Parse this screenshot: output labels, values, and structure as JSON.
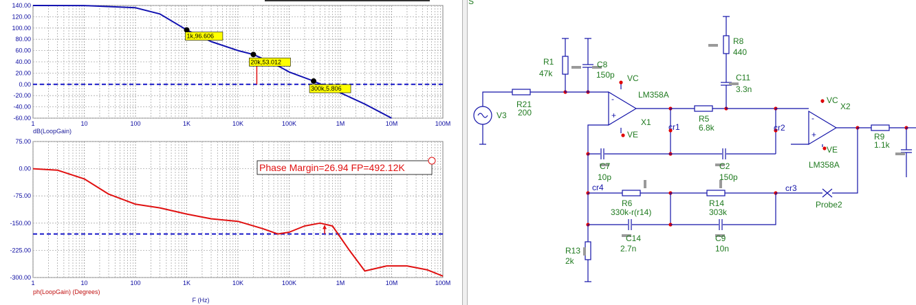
{
  "chart_data": [
    {
      "type": "line",
      "ylabel": "dB(LoopGain)",
      "x_scale": "log",
      "xlim": [
        1,
        100000000
      ],
      "ylim": [
        -60,
        140
      ],
      "x_ticks": [
        "1",
        "10",
        "100",
        "1K",
        "10K",
        "100K",
        "1M",
        "10M",
        "100M"
      ],
      "y_ticks": [
        "140.00",
        "120.00",
        "100.00",
        "80.00",
        "60.00",
        "40.00",
        "20.00",
        "0.00",
        "-20.00",
        "-40.00",
        "-60.00"
      ],
      "grid": true,
      "line_color": "#1010b0",
      "reference_line": {
        "y": 0,
        "style": "dashed",
        "color": "#1515c8"
      },
      "series": [
        {
          "x": [
            1,
            10,
            100,
            300,
            1000,
            3000,
            10000,
            20000,
            50000,
            100000,
            300000,
            1000000,
            3000000,
            10000000
          ],
          "values": [
            140,
            139.9,
            136,
            125,
            96.6,
            76,
            60,
            53,
            37,
            22,
            5.8,
            -15,
            -35,
            -60
          ]
        }
      ],
      "markers": [
        {
          "x": 1000,
          "y": 96.606,
          "label": "1k,96.606"
        },
        {
          "x": 20000,
          "y": 53.012,
          "label": "20k,53.012"
        },
        {
          "x": 300000,
          "y": 5.806,
          "label": "300k,5.806"
        }
      ]
    },
    {
      "type": "line",
      "ylabel": "ph(LoopGain) (Degrees)",
      "xlabel": "F (Hz)",
      "x_scale": "log",
      "xlim": [
        1,
        100000000
      ],
      "ylim": [
        -300,
        75
      ],
      "x_ticks": [
        "1",
        "10",
        "100",
        "1K",
        "10K",
        "100K",
        "1M",
        "10M",
        "100M"
      ],
      "y_ticks": [
        "75.00",
        "0.00",
        "-75.00",
        "-150.00",
        "-225.00",
        "-300.00"
      ],
      "grid": true,
      "line_color": "#e01010",
      "reference_line": {
        "y": -180,
        "style": "dashed",
        "color": "#1515c8"
      },
      "series": [
        {
          "x": [
            1,
            3,
            10,
            30,
            100,
            300,
            1000,
            3000,
            10000,
            30000,
            60000,
            100000,
            200000,
            400000,
            700000,
            1500000,
            3000000,
            8000000,
            20000000,
            50000000,
            100000000
          ],
          "values": [
            0,
            -4,
            -28,
            -70,
            -98,
            -108,
            -125,
            -138,
            -145,
            -165,
            -180,
            -175,
            -158,
            -150,
            -158,
            -225,
            -282,
            -268,
            -268,
            -279,
            -296
          ]
        }
      ],
      "markers": [
        {
          "x": 492120,
          "y": -153.06
        }
      ],
      "annotation": "Phase Margin=26.94 FP=492.12K"
    }
  ],
  "schematic": {
    "corner_label": "S",
    "labels": {
      "r1": "R1",
      "r1_val": "47k",
      "c8": "C8",
      "c8_val": "150p",
      "vc1": "VC",
      "ve1": "VE",
      "op1_name": "LM358A",
      "x1": "X1",
      "r21": "R21",
      "r21_val": "200",
      "v3": "V3",
      "r8": "R8",
      "r8_val": "440",
      "c11": "C11",
      "c11_val": "3.3n",
      "r5": "R5",
      "r5_val": "6.8k",
      "cr1": "cr1",
      "cr2": "cr2",
      "vc2": "VC",
      "ve2": "VE",
      "x2": "X2",
      "op2_name": "LM358A",
      "r9": "R9",
      "r9_val": "1.1k",
      "c7": "C7",
      "c7_val": "10p",
      "c2": "C2",
      "c2_val": "150p",
      "cr4": "cr4",
      "cr3": "cr3",
      "r6": "R6",
      "r6_val": "330k-r(r14)",
      "r14": "R14",
      "r14_val": "303k",
      "probe": "Probe2",
      "r13": "R13",
      "r13_val": "2k",
      "c14": "C14",
      "c14_val": "2.7n",
      "c9": "C9",
      "c9_val": "10n"
    }
  }
}
